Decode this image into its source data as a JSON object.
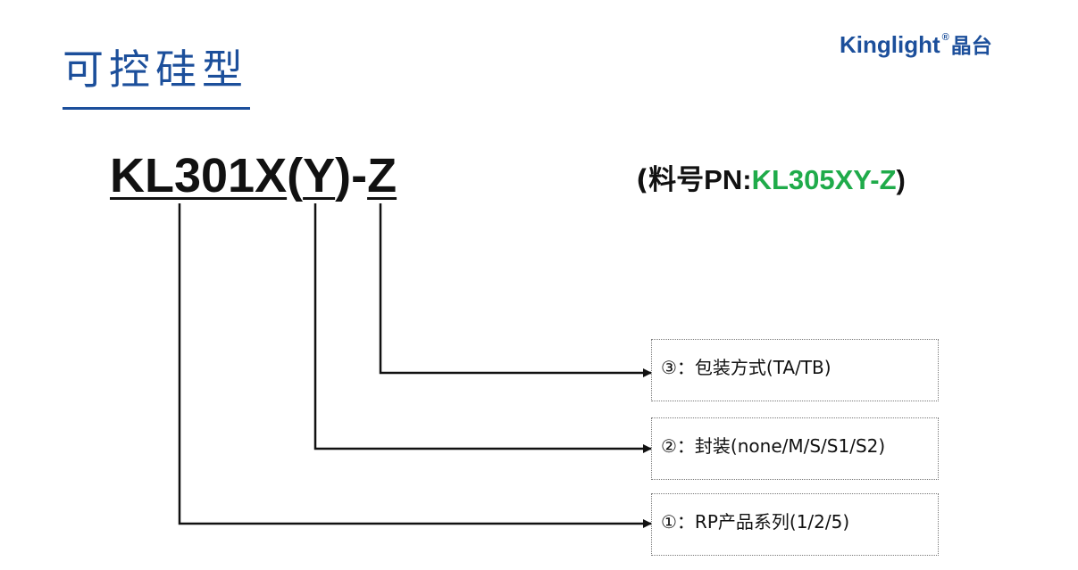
{
  "header": {
    "title": "可控硅型",
    "brand_name": "Kinglight",
    "brand_registered": "®",
    "brand_cn": "晶台"
  },
  "part_code": {
    "seg_kl301x": "KL301X",
    "seg_paren_open": "(",
    "seg_y": "Y",
    "seg_paren_close": ")",
    "seg_dash": "-",
    "seg_z": "Z"
  },
  "pn_note": {
    "prefix": "(料号",
    "label": "PN:",
    "value": "KL305XY-Z",
    "suffix": ")",
    "value_color": "#1fab4a"
  },
  "legend": [
    {
      "text": "③：包装方式(TA/TB)"
    },
    {
      "text": "②：封装(none/M/S/S1/S2)"
    },
    {
      "text": "①：RP产品系列(1/2/5)"
    }
  ],
  "colors": {
    "accent": "#1c4f9b",
    "text": "#111111"
  }
}
